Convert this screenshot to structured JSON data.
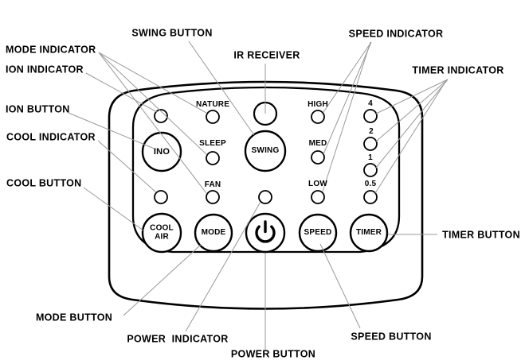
{
  "colors": {
    "outline": "#000000",
    "leader_line": "#999999",
    "background": "#ffffff"
  },
  "callouts": {
    "mode_indicator": "MODE INDICATOR",
    "ion_indicator": "ION INDICATOR",
    "ion_button": "ION BUTTON",
    "cool_indicator": "COOL INDICATOR",
    "cool_button": "COOL BUTTON",
    "swing_button": "SWING BUTTON",
    "ir_receiver": "IR RECEIVER",
    "speed_indicator": "SPEED INDICATOR",
    "timer_indicator": "TIMER INDICATOR",
    "timer_button": "TIMER BUTTON",
    "mode_button": "MODE BUTTON",
    "power_indicator": "POWER  INDICATOR",
    "power_button": "POWER BUTTON",
    "speed_button": "SPEED BUTTON"
  },
  "panel": {
    "mode_labels": {
      "nature": "NATURE",
      "sleep": "SLEEP",
      "fan": "FAN"
    },
    "speed_labels": {
      "high": "HIGH",
      "med": "MED",
      "low": "LOW"
    },
    "timer_labels": {
      "t4": "4",
      "t2": "2",
      "t1": "1",
      "t05": "0.5"
    },
    "buttons": {
      "ino": "INO",
      "swing": "SWING",
      "cool_air": "COOL\nAIR",
      "mode": "MODE",
      "speed": "SPEED",
      "timer": "TIMER"
    }
  }
}
